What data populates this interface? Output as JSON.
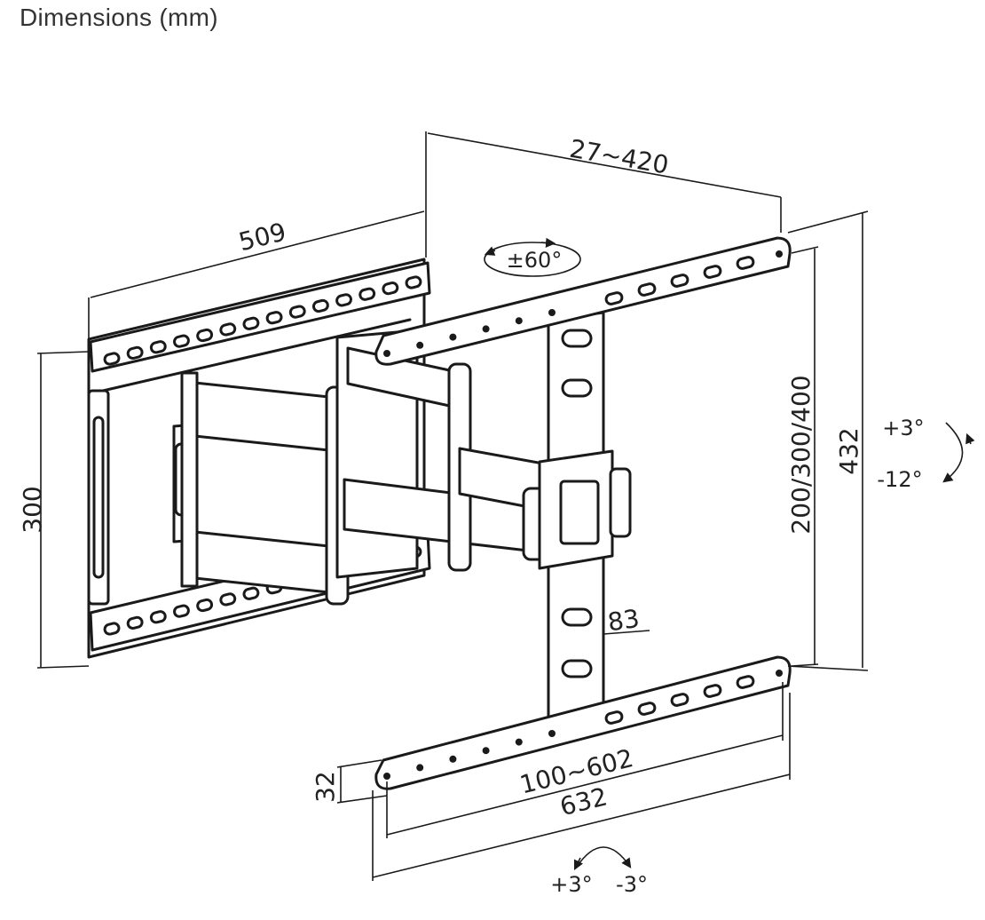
{
  "title": "Dimensions (mm)",
  "dimensions": {
    "wall_plate_width": "509",
    "wall_plate_height": "300",
    "extension": "27~420",
    "swivel": "±60°",
    "vesa_vertical": "200/300/400",
    "bracket_height": "432",
    "tilt_up": "+3°",
    "tilt_down": "-12°",
    "arm_width": "83",
    "rail_height": "32",
    "vesa_horizontal": "100~602",
    "rail_length": "632",
    "level_plus": "+3°",
    "level_minus": "-3°"
  },
  "colors": {
    "line": "#1a1a1a",
    "text": "#222222",
    "title": "#333333"
  }
}
